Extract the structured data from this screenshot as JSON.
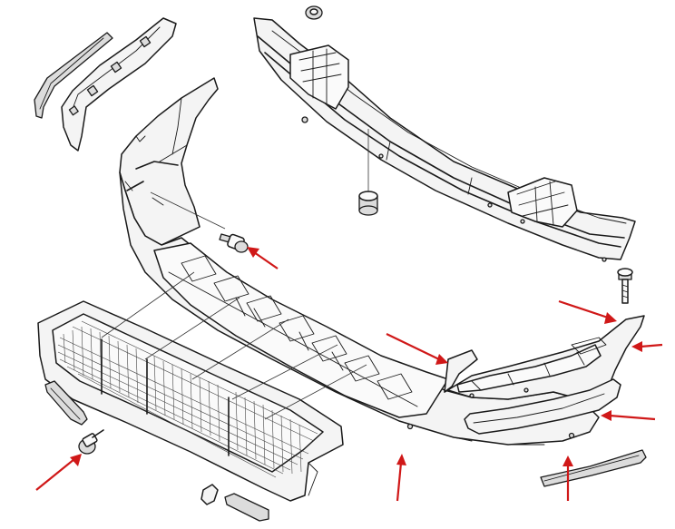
{
  "diagram": {
    "colors": {
      "line": "#1a1a1a",
      "part_fill": "#f4f4f4",
      "arrow": "#d01818",
      "background": "#ffffff"
    },
    "parts": [
      "top-rail-strip",
      "side-bracket",
      "reinforcement-beam",
      "beam-nut-top",
      "beam-nut-lower",
      "bumper-cover",
      "mounting-screw-left",
      "mounting-screw-center",
      "mounting-bolt-right",
      "step-pad-cover",
      "left-trim-insert",
      "fog-lamp-bezel-right",
      "bottom-molding-strip",
      "small-clip",
      "small-insert"
    ],
    "arrow_count": 8
  }
}
